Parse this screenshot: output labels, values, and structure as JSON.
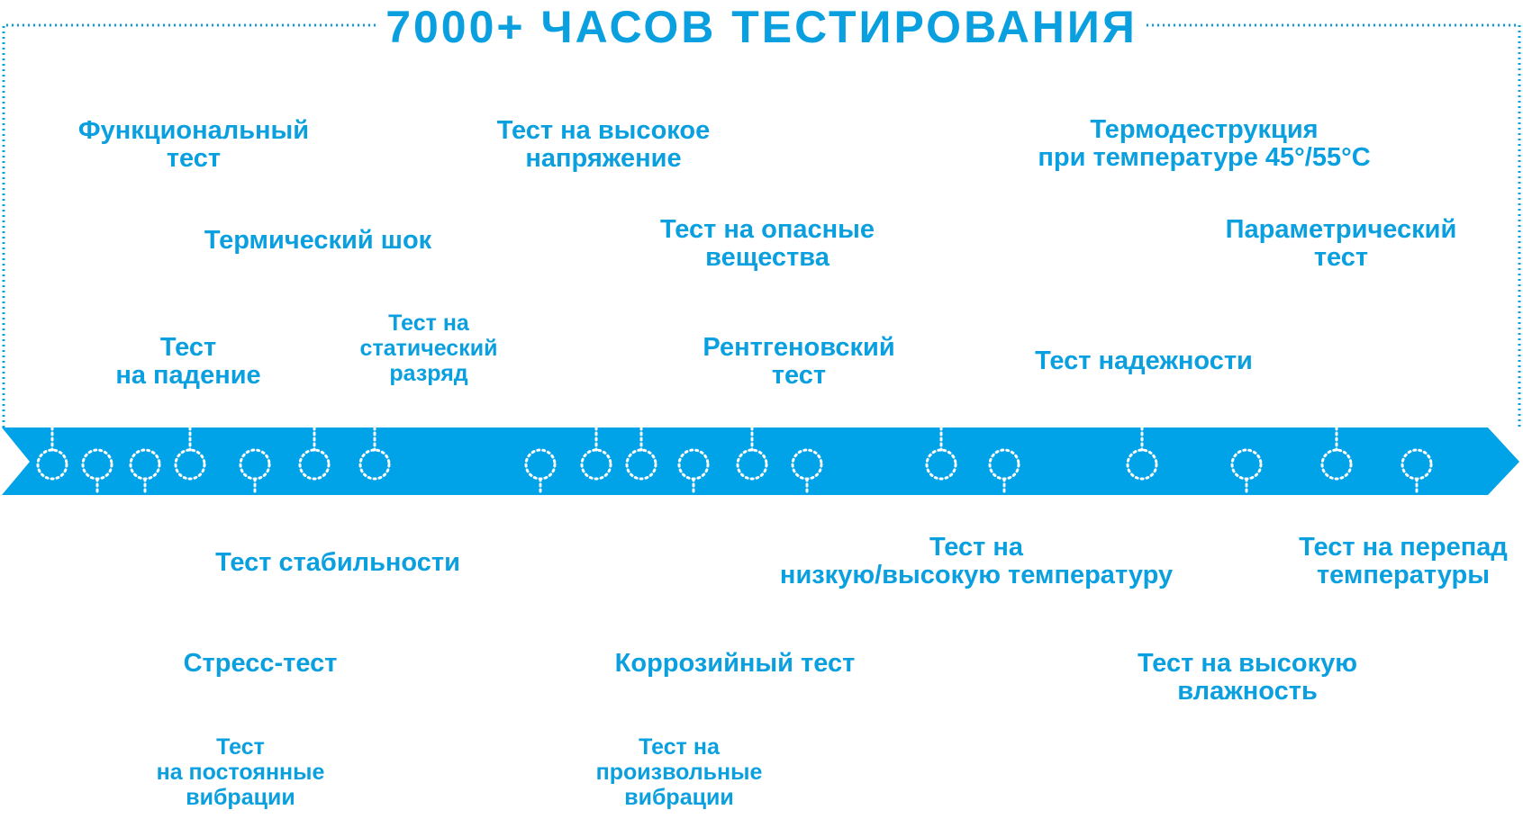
{
  "title": "7000+ ЧАСОВ ТЕСТИРОВАНИЯ",
  "colors": {
    "accent": "#0aa0e0",
    "arrow": "#00a2e8",
    "dots": "#ffffff",
    "background": "#ffffff"
  },
  "tests_above": [
    "Функциональный\nтест",
    "Тест на высокое\nнапряжение",
    "Термодеструкция\nпри температуре 45°/55°C",
    "Термический шок",
    "Тест на опасные\nвещества",
    "Параметрический\nтест",
    "Тест\nна падение",
    "Тест на\nстатический\nразряд",
    "Рентгеновский\nтест",
    "Тест надежности"
  ],
  "tests_below": [
    "Тест стабильности",
    "Тест на\nнизкую/высокую температуру",
    "Тест на перепад\nтемпературы",
    "Стресс-тест",
    "Коррозийный тест",
    "Тест на высокую\nвлажность",
    "Тест\nна постоянные\nвибрации",
    "Тест на\nпроизвольные\nвибрации"
  ]
}
